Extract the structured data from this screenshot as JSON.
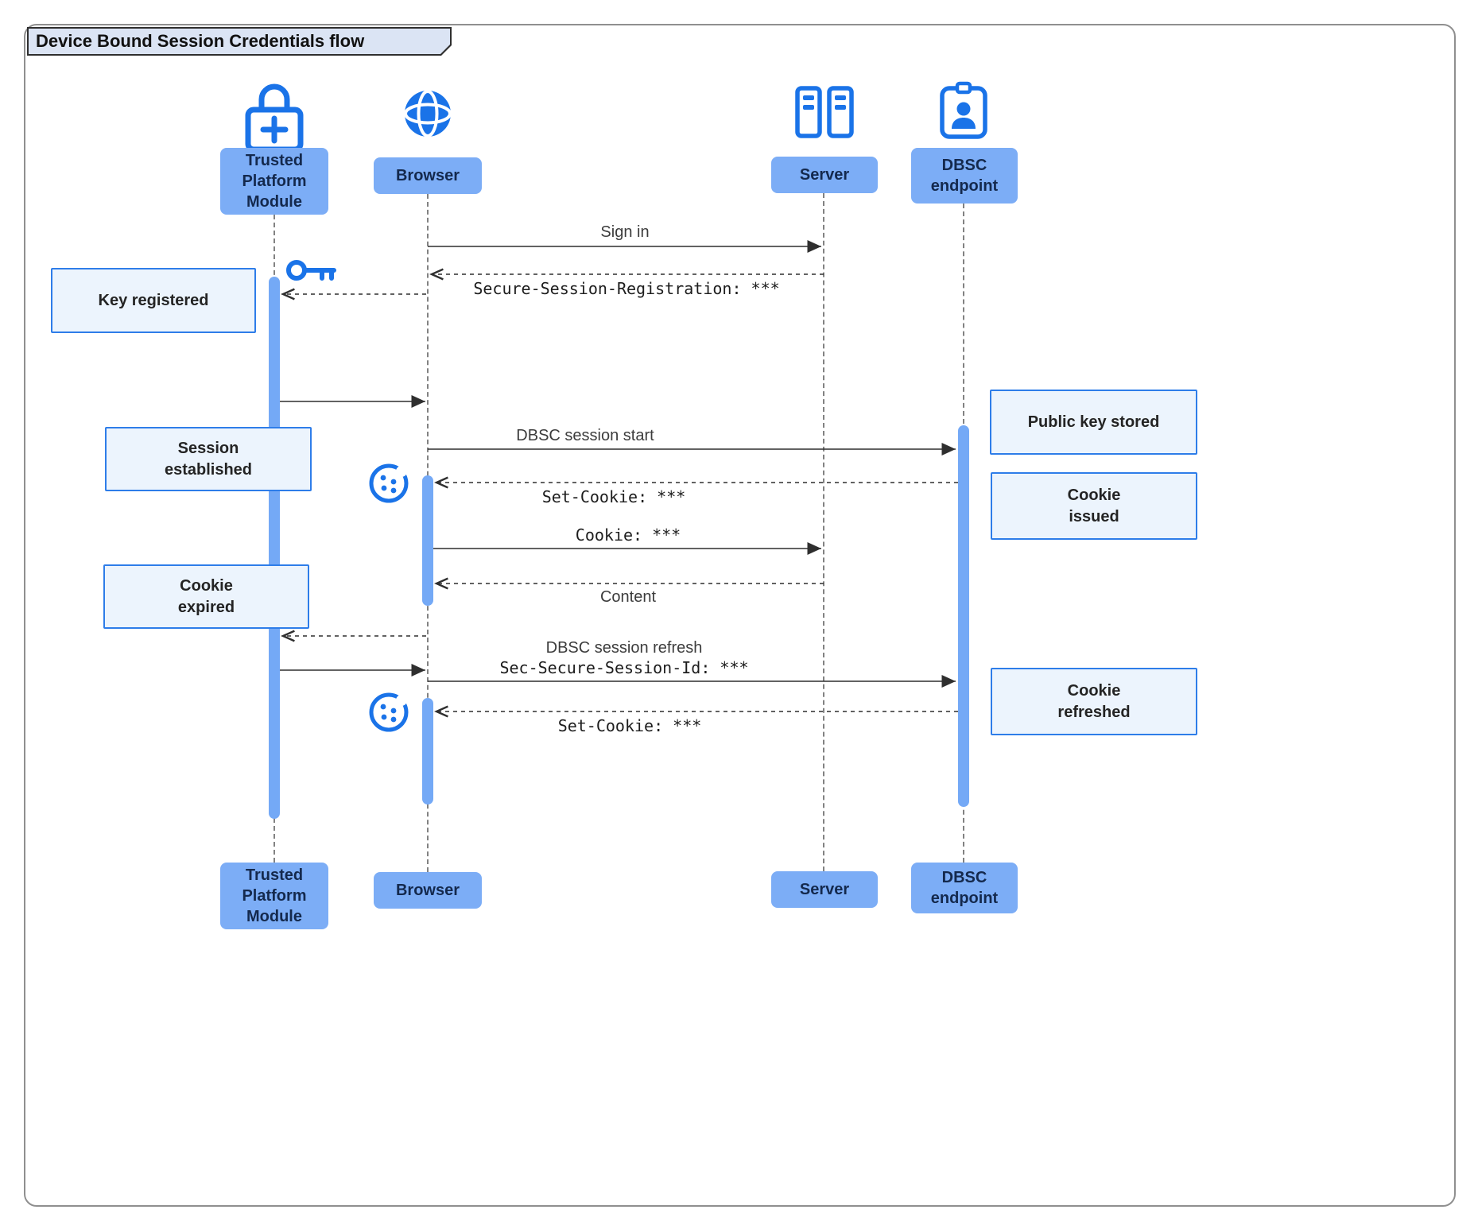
{
  "frame": {
    "title": "Device Bound Session Credentials flow"
  },
  "participants": {
    "tpm": {
      "label": "Trusted\nPlatform\nModule",
      "icon": "lock-plus-icon"
    },
    "browser": {
      "label": "Browser",
      "icon": "globe-icon"
    },
    "server": {
      "label": "Server",
      "icon": "server-racks-icon"
    },
    "dbsc": {
      "label": "DBSC\nendpoint",
      "icon": "id-badge-icon"
    }
  },
  "messages": {
    "sign_in": "Sign in",
    "session_registration": "Secure-Session-Registration: ***",
    "dbsc_session_start": "DBSC session start",
    "set_cookie_1": "Set-Cookie: ***",
    "cookie": "Cookie: ***",
    "content": "Content",
    "dbsc_session_refresh": "DBSC session refresh",
    "session_id": "Sec-Secure-Session-Id: ***",
    "set_cookie_2": "Set-Cookie: ***"
  },
  "notes": {
    "key_registered": "Key registered",
    "session_established": "Session\nestablished",
    "cookie_expired": "Cookie\nexpired",
    "public_key_stored": "Public key stored",
    "cookie_issued": "Cookie\nissued",
    "cookie_refreshed": "Cookie\nrefreshed"
  },
  "colors": {
    "accent": "#1a73e8",
    "participant_fill": "#7cadf6",
    "activation_fill": "#74a9f6",
    "note_fill": "#ecf4fd",
    "note_border": "#2e7de9",
    "arrow": "#2f2f2f"
  }
}
